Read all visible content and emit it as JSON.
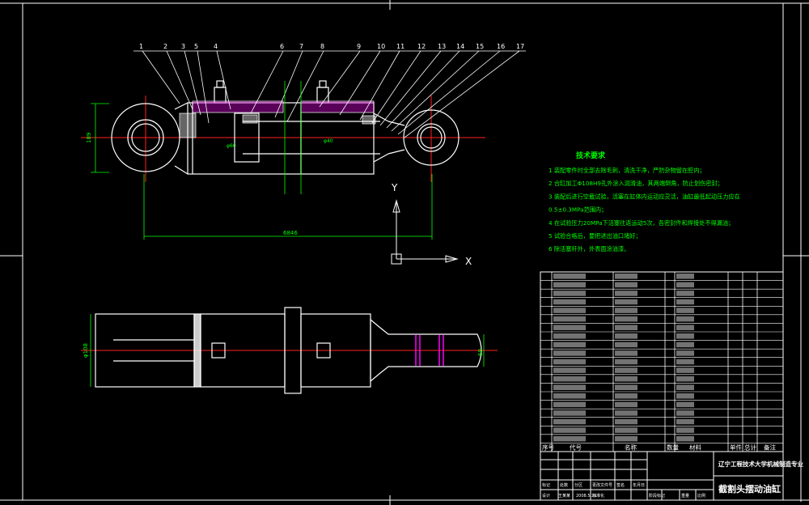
{
  "drawing": {
    "background": "#000000",
    "line_color": "#ffffff",
    "centerline_color": "#ff2020",
    "dimension_color": "#00ff00",
    "accent_color": "#ff00ff",
    "title_block_color": "#ffffff"
  },
  "balloons": [
    "1",
    "2",
    "3",
    "5",
    "4",
    "6",
    "7",
    "8",
    "9",
    "10",
    "11",
    "12",
    "13",
    "14",
    "15",
    "16",
    "17"
  ],
  "dimensions": {
    "overall_length": "6846",
    "height": "189",
    "bore_label": "φ60",
    "rod_label": "φ40",
    "plan_width": "φ108",
    "plan_end": "60"
  },
  "axes": {
    "y_label": "Y",
    "x_label": "X"
  },
  "tech_requirements": {
    "heading": "技术要求",
    "items": [
      "1 装配零件时全部去除毛刺，清洗干净，严防杂物留在腔内；",
      "2 合缸加工Φ108H9孔外涂入润滑油，其两端倒角，防止划伤密封；",
      "3 装配后进行空载试验，活塞在缸体内运动应灵活，油缸最低起动压力应在",
      "  0.5±0.3MPa范围内；",
      "4 在试验压力20MPa下活塞往返运动5次，各密封件和焊接处不得漏油；",
      "5 试验合格后，要把进出油口堵好；",
      "6 除活塞杆外，外表面涂油漆。"
    ]
  },
  "parts_table": {
    "header": [
      "序号",
      "代号",
      "名称",
      "数量",
      "材料",
      "单件",
      "总计",
      "备注"
    ],
    "rows": 20
  },
  "title_block": {
    "school": "辽宁工程技术大学机械制造专业",
    "part_name": "截割头摆动油缸",
    "labels_row1": [
      "标记",
      "处数",
      "分区",
      "更改文件号",
      "签名",
      "年月日"
    ],
    "labels_row2": [
      "设计",
      "",
      "标准化",
      "",
      "阶段标记",
      "重量",
      "比例"
    ],
    "designer": "王某某",
    "date": "2008.5.26"
  }
}
